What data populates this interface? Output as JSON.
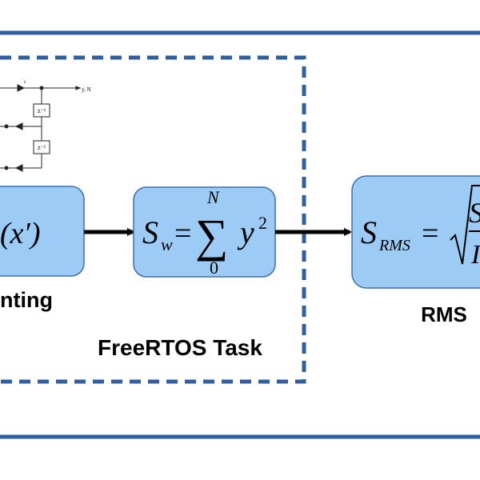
{
  "colors": {
    "frame": "#2f5f9e",
    "dashed_border": "#2f5f9e",
    "box_fill": "#9ccbf6",
    "box_stroke": "#3b6fb0",
    "arrow": "#000000"
  },
  "weighting": {
    "formula_text": "(x′)",
    "caption": "nting"
  },
  "sum_block": {
    "lhs": "S",
    "lhs_sub": "w",
    "equals": "=",
    "upper_limit": "N",
    "lower_limit": "0",
    "term": "y",
    "exponent": "2"
  },
  "rms_block": {
    "lhs": "S",
    "lhs_sub": "RMS",
    "equals": "=",
    "numerator_fragment": "S",
    "denominator_fragment": "I",
    "caption": "RMS"
  },
  "task_group": {
    "label": "FreeRTOS Task"
  },
  "filter_schematic": {
    "delay_label": "z⁻¹",
    "output_label": "y, N",
    "gain_label": "c"
  }
}
